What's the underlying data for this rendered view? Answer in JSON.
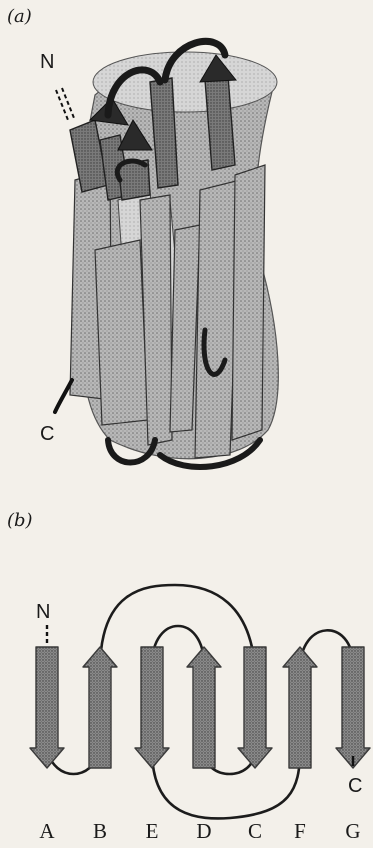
{
  "panels": {
    "a": {
      "label": "(a)",
      "n_terminus": "N",
      "c_terminus": "C"
    },
    "b": {
      "label": "(b)",
      "n_terminus": "N",
      "c_terminus": "C",
      "strands": [
        {
          "name": "A",
          "direction": "down"
        },
        {
          "name": "B",
          "direction": "up"
        },
        {
          "name": "E",
          "direction": "down"
        },
        {
          "name": "D",
          "direction": "up"
        },
        {
          "name": "C",
          "direction": "down"
        },
        {
          "name": "F",
          "direction": "up"
        },
        {
          "name": "G",
          "direction": "down"
        }
      ]
    }
  },
  "colors": {
    "background": "#f3f0ea",
    "strand_fill": "#8a8a8a",
    "strand_dark": "#3a3a3a",
    "loop": "#1c1c1c",
    "barrel_fill": "#bdbdbd"
  }
}
